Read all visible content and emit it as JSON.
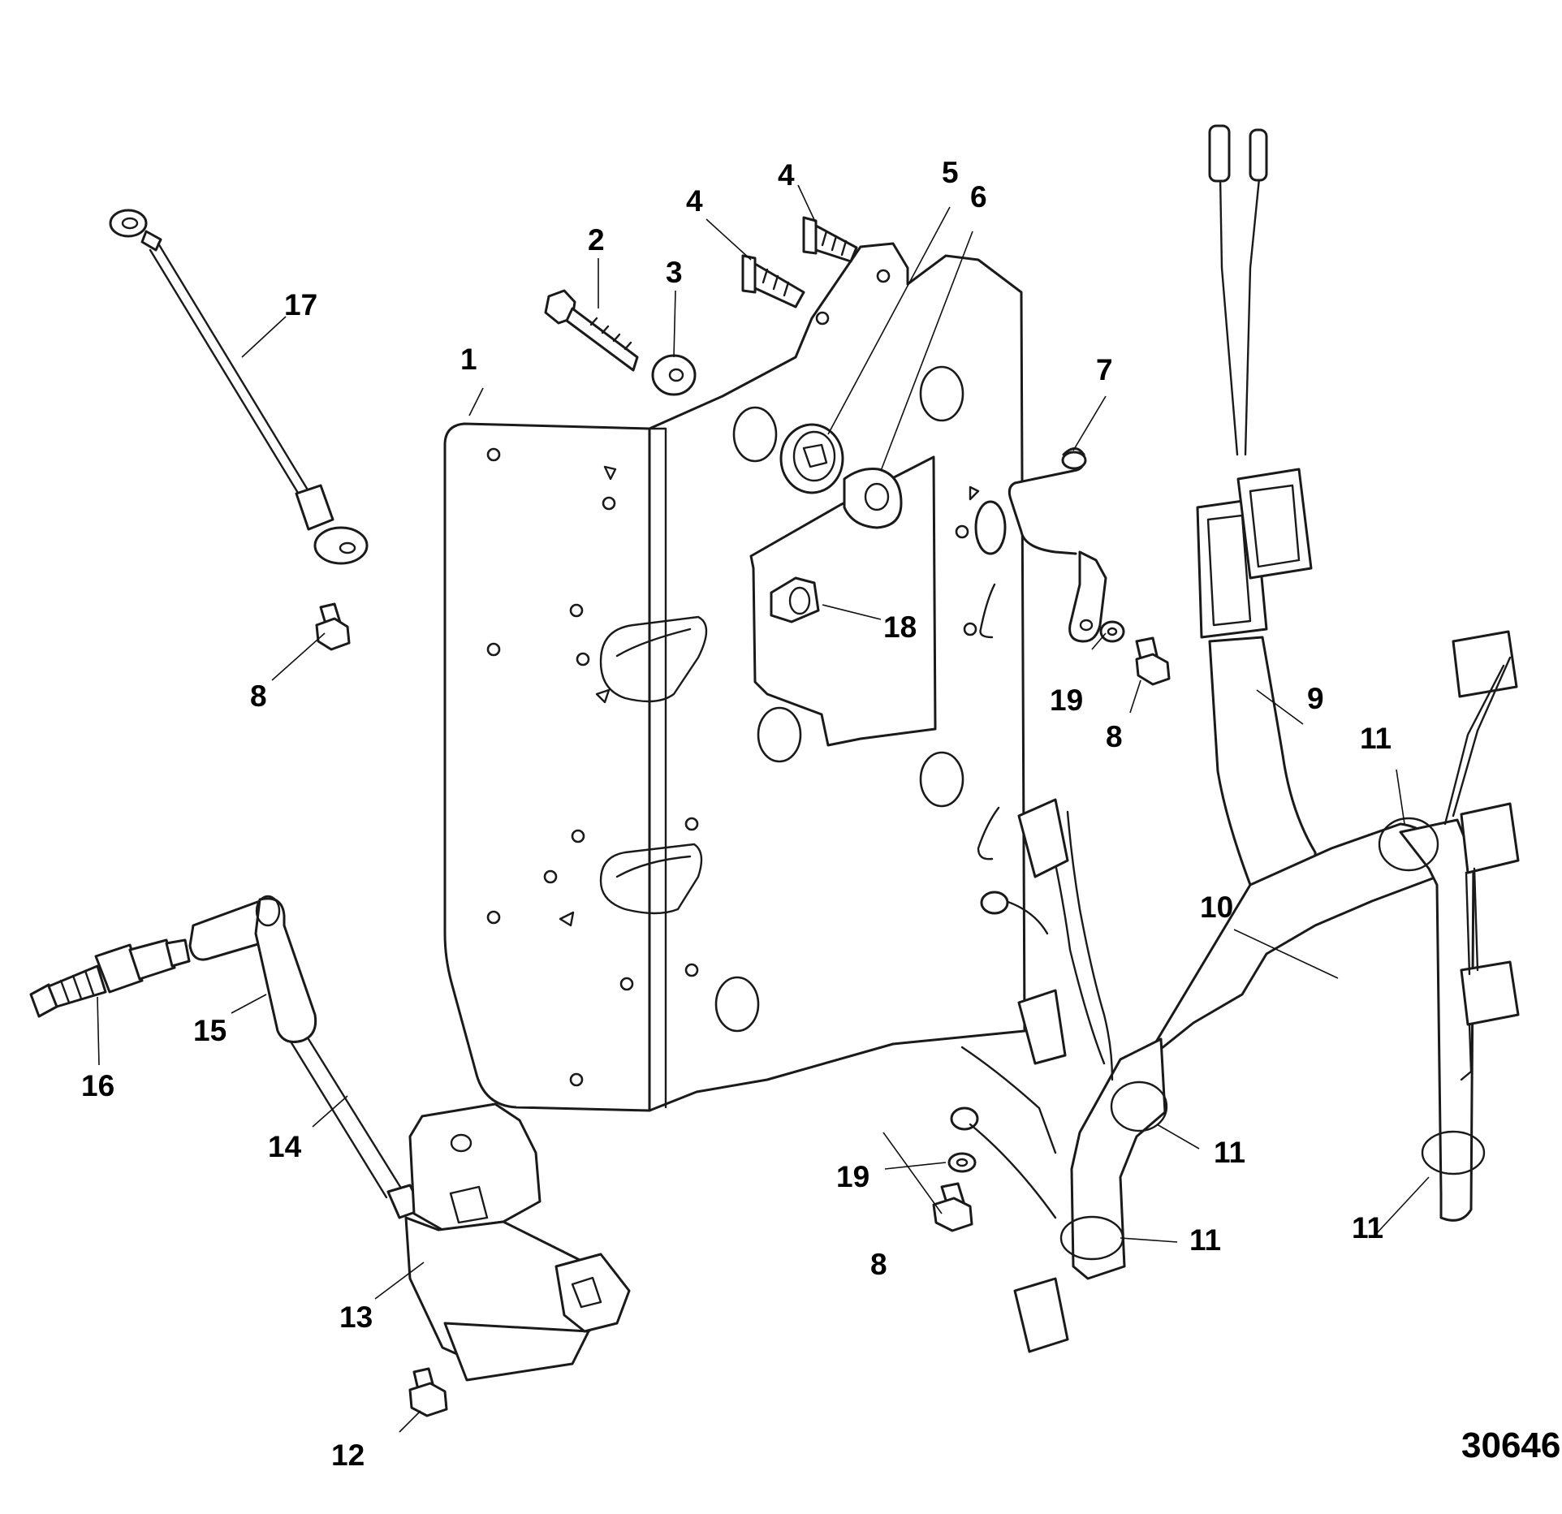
{
  "diagram": {
    "figure_id": "30646",
    "callouts": {
      "c1": "1",
      "c2": "2",
      "c3": "3",
      "c4a": "4",
      "c4b": "4",
      "c5": "5",
      "c6": "6",
      "c7": "7",
      "c8a": "8",
      "c8b": "8",
      "c8c": "8",
      "c9": "9",
      "c10": "10",
      "c11a": "11",
      "c11b": "11",
      "c11c": "11",
      "c11d": "11",
      "c12": "12",
      "c13": "13",
      "c14": "14",
      "c15": "15",
      "c16": "16",
      "c17": "17",
      "c18": "18",
      "c19a": "19",
      "c19b": "19"
    }
  }
}
